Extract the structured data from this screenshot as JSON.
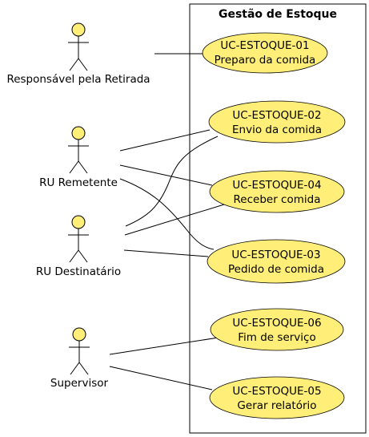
{
  "diagram": {
    "system_title": "Gestão de Estoque",
    "colors": {
      "fill": "#ffef78",
      "stroke": "#000000"
    },
    "actors": [
      {
        "id": "responsavel",
        "label": "Responsável pela Retirada"
      },
      {
        "id": "remetente",
        "label": "RU Remetente"
      },
      {
        "id": "destinatario",
        "label": "RU Destinatário"
      },
      {
        "id": "supervisor",
        "label": "Supervisor"
      }
    ],
    "use_cases": [
      {
        "id": "uc01",
        "code": "UC-ESTOQUE-01",
        "name": "Preparo da comida"
      },
      {
        "id": "uc02",
        "code": "UC-ESTOQUE-02",
        "name": "Envio da comida"
      },
      {
        "id": "uc04",
        "code": "UC-ESTOQUE-04",
        "name": "Receber comida"
      },
      {
        "id": "uc03",
        "code": "UC-ESTOQUE-03",
        "name": "Pedido de comida"
      },
      {
        "id": "uc06",
        "code": "UC-ESTOQUE-06",
        "name": "Fim de serviço"
      },
      {
        "id": "uc05",
        "code": "UC-ESTOQUE-05",
        "name": "Gerar relatório"
      }
    ],
    "associations": [
      {
        "from": "responsavel",
        "to": "uc01"
      },
      {
        "from": "remetente",
        "to": "uc02"
      },
      {
        "from": "remetente",
        "to": "uc04"
      },
      {
        "from": "remetente",
        "to": "uc03"
      },
      {
        "from": "destinatario",
        "to": "uc02"
      },
      {
        "from": "destinatario",
        "to": "uc04"
      },
      {
        "from": "destinatario",
        "to": "uc03"
      },
      {
        "from": "supervisor",
        "to": "uc06"
      },
      {
        "from": "supervisor",
        "to": "uc05"
      }
    ]
  }
}
